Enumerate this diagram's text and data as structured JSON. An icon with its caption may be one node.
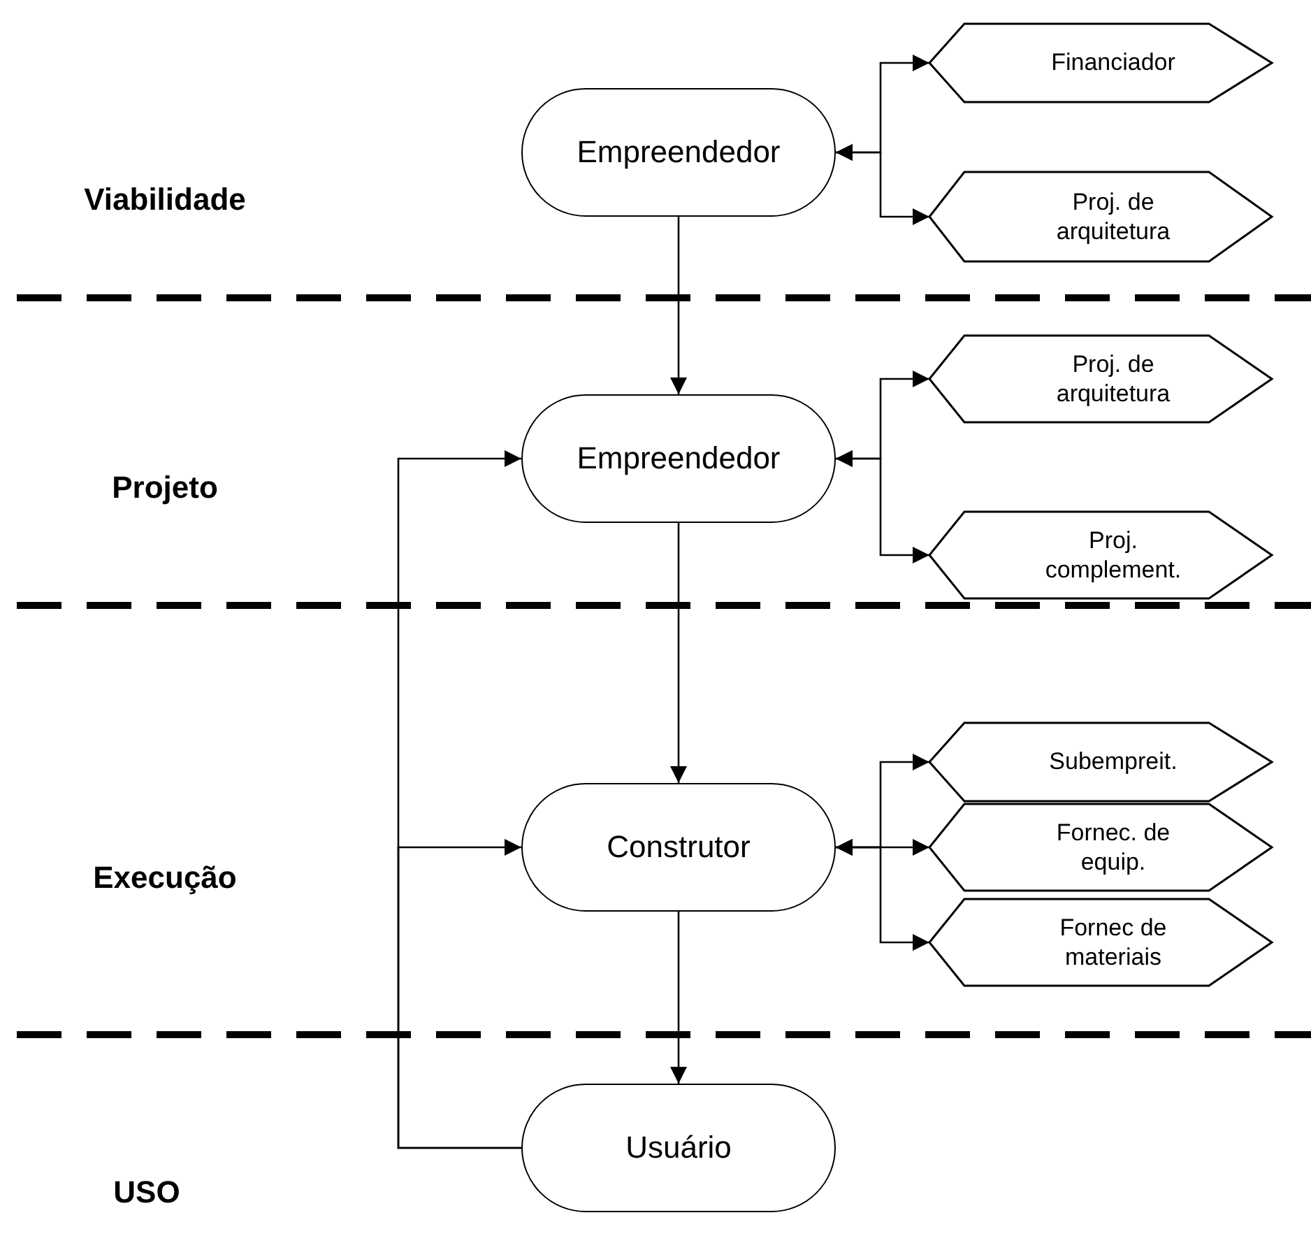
{
  "diagram": {
    "nodes": [
      {
        "text": [
          "Empreendedor"
        ]
      },
      {
        "text": [
          "Financiador"
        ]
      },
      {
        "text": [
          "Proj. de arquitetura"
        ]
      },
      {
        "text": [
          "Empreendedor"
        ]
      },
      {
        "text": [
          "Proj. de arquitetura"
        ]
      },
      {
        "text": [
          "Proj. complement."
        ]
      },
      {
        "text": [
          "Construtor"
        ]
      },
      {
        "text": [
          "Subempreit."
        ]
      },
      {
        "text": [
          "Fornec. de equip."
        ]
      },
      {
        "text": [
          "Fornec de materiais"
        ]
      },
      {
        "text": [
          "Usuário"
        ]
      }
    ],
    "edges": [
      {
        "from": 0,
        "to": 1,
        "arrow": "both"
      },
      {
        "from": 0,
        "to": 2,
        "arrow": "both"
      },
      {
        "from": 0,
        "to": 3,
        "arrow": "to"
      },
      {
        "from": 3,
        "to": 4,
        "arrow": "both"
      },
      {
        "from": 3,
        "to": 5,
        "arrow": "both"
      },
      {
        "from": 3,
        "to": 6,
        "arrow": "to"
      },
      {
        "from": 6,
        "to": 7,
        "arrow": "both"
      },
      {
        "from": 6,
        "to": 8,
        "arrow": "both"
      },
      {
        "from": 6,
        "to": 9,
        "arrow": "both"
      },
      {
        "from": 6,
        "to": 10,
        "arrow": "to"
      },
      {
        "from": 10,
        "to": 3,
        "arrow": "to"
      },
      {
        "from": 10,
        "to": 6,
        "arrow": "to"
      }
    ],
    "labels": [
      "Viabilidade",
      "Projeto",
      "Execução",
      "USO"
    ]
  }
}
